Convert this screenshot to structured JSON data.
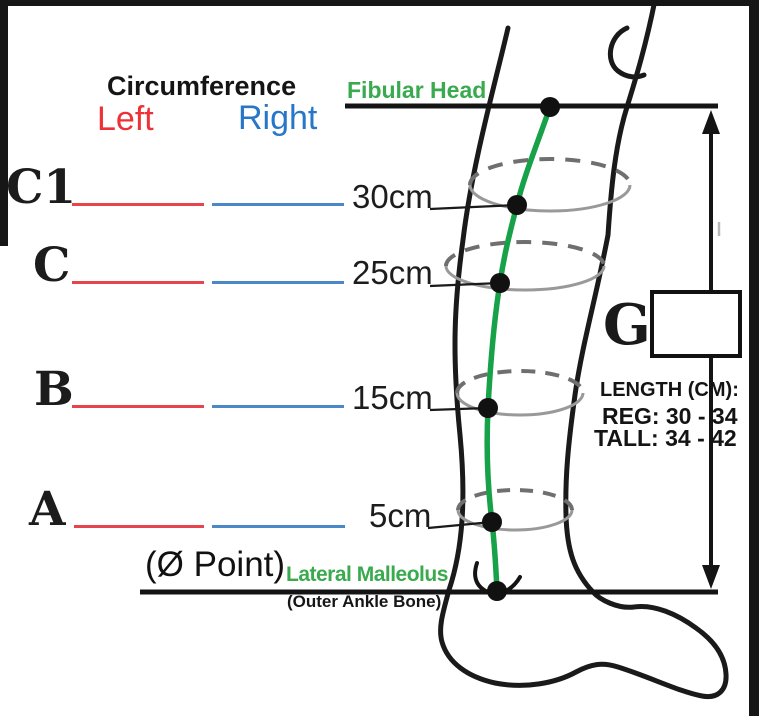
{
  "header": {
    "title": "Circumference",
    "left_label": "Left",
    "right_label": "Right"
  },
  "landmarks": {
    "fibular_head": "Fibular Head",
    "zero_point": "(Ø Point)",
    "lateral_malleolus": "Lateral Malleolus",
    "outer_ankle": "(Outer Ankle Bone)"
  },
  "rows": [
    {
      "label": "C1",
      "height": "30cm"
    },
    {
      "label": "C",
      "height": "25cm"
    },
    {
      "label": "B",
      "height": "15cm"
    },
    {
      "label": "A",
      "height": "5cm"
    }
  ],
  "g_box": {
    "label": "G"
  },
  "length_spec": {
    "title": "LENGTH (CM):",
    "reg": "REG: 30 - 34",
    "tall": "TALL: 34 - 42"
  },
  "colors": {
    "left_red": "#ed3237",
    "right_blue": "#2677c8",
    "green_text": "#3aaa4e",
    "green_line": "#17a148",
    "ellipse_gray": "#999999",
    "ink": "#1a1a1a"
  }
}
